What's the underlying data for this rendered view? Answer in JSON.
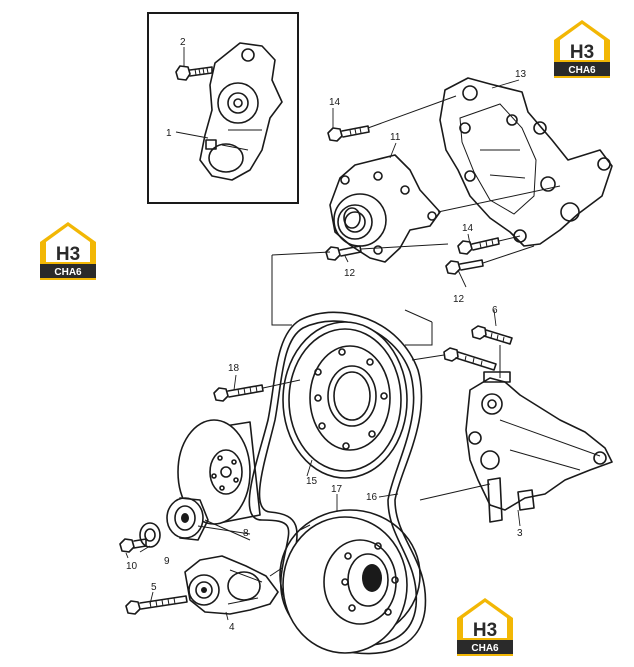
{
  "diagram": {
    "callouts": [
      "1",
      "2",
      "3",
      "4",
      "5",
      "6",
      "8",
      "9",
      "10",
      "11",
      "12",
      "12",
      "13",
      "14",
      "14",
      "15",
      "16",
      "17",
      "18"
    ]
  },
  "logo": {
    "letters": "H3",
    "text": "CHA6",
    "colors": {
      "gold": "#f2b705",
      "dark": "#2a2a2a",
      "white": "#ffffff"
    }
  }
}
